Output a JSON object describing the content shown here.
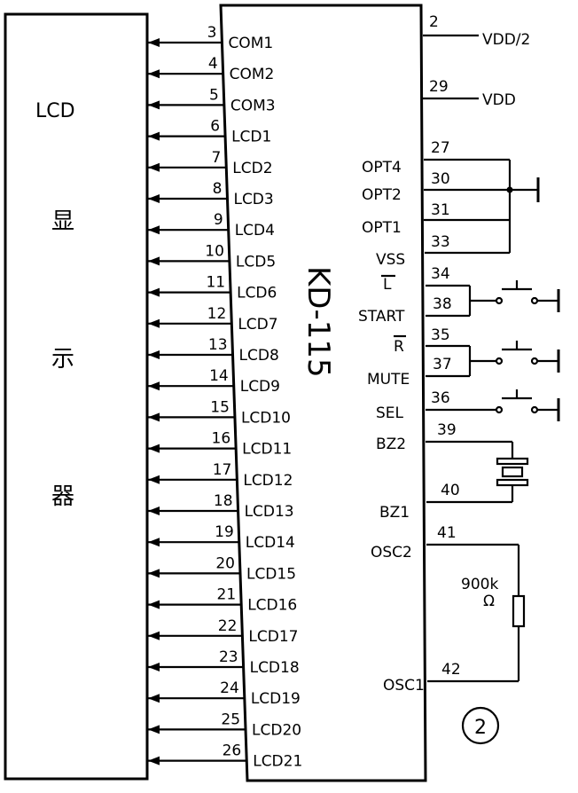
{
  "display": {
    "title": "LCD",
    "chars": [
      "显",
      "示",
      "器"
    ]
  },
  "chip": {
    "name": "KD-115"
  },
  "left_pins": [
    {
      "num": "3",
      "label": "COM1"
    },
    {
      "num": "4",
      "label": "COM2"
    },
    {
      "num": "5",
      "label": "COM3"
    },
    {
      "num": "6",
      "label": "LCD1"
    },
    {
      "num": "7",
      "label": "LCD2"
    },
    {
      "num": "8",
      "label": "LCD3"
    },
    {
      "num": "9",
      "label": "LCD4"
    },
    {
      "num": "10",
      "label": "LCD5"
    },
    {
      "num": "11",
      "label": "LCD6"
    },
    {
      "num": "12",
      "label": "LCD7"
    },
    {
      "num": "13",
      "label": "LCD8"
    },
    {
      "num": "14",
      "label": "LCD9"
    },
    {
      "num": "15",
      "label": "LCD10"
    },
    {
      "num": "16",
      "label": "LCD11"
    },
    {
      "num": "17",
      "label": "LCD12"
    },
    {
      "num": "18",
      "label": "LCD13"
    },
    {
      "num": "19",
      "label": "LCD14"
    },
    {
      "num": "20",
      "label": "LCD15"
    },
    {
      "num": "21",
      "label": "LCD16"
    },
    {
      "num": "22",
      "label": "LCD17"
    },
    {
      "num": "23",
      "label": "LCD18"
    },
    {
      "num": "24",
      "label": "LCD19"
    },
    {
      "num": "25",
      "label": "LCD20"
    },
    {
      "num": "26",
      "label": "LCD21"
    }
  ],
  "right_pins": {
    "p2": {
      "num": "2",
      "net": "VDD/2"
    },
    "p29": {
      "num": "29",
      "net": "VDD"
    },
    "p27": {
      "num": "27",
      "label": "OPT4"
    },
    "p30": {
      "num": "30",
      "label": "OPT2"
    },
    "p31": {
      "num": "31",
      "label": "OPT1"
    },
    "p33": {
      "num": "33",
      "label": "VSS"
    },
    "p34": {
      "num": "34",
      "label": "L"
    },
    "p38": {
      "num": "38",
      "label": "START"
    },
    "p35": {
      "num": "35",
      "label": "R"
    },
    "p37": {
      "num": "37",
      "label": "MUTE"
    },
    "p36": {
      "num": "36",
      "label": "SEL"
    },
    "p39": {
      "num": "39",
      "label": "BZ2"
    },
    "p40": {
      "num": "40",
      "label": "BZ1"
    },
    "p41": {
      "num": "41",
      "label": "OSC2"
    },
    "p42": {
      "num": "42",
      "label": "OSC1"
    }
  },
  "resistor": {
    "value": "900k",
    "unit": "Ω"
  },
  "figure_number": "2"
}
